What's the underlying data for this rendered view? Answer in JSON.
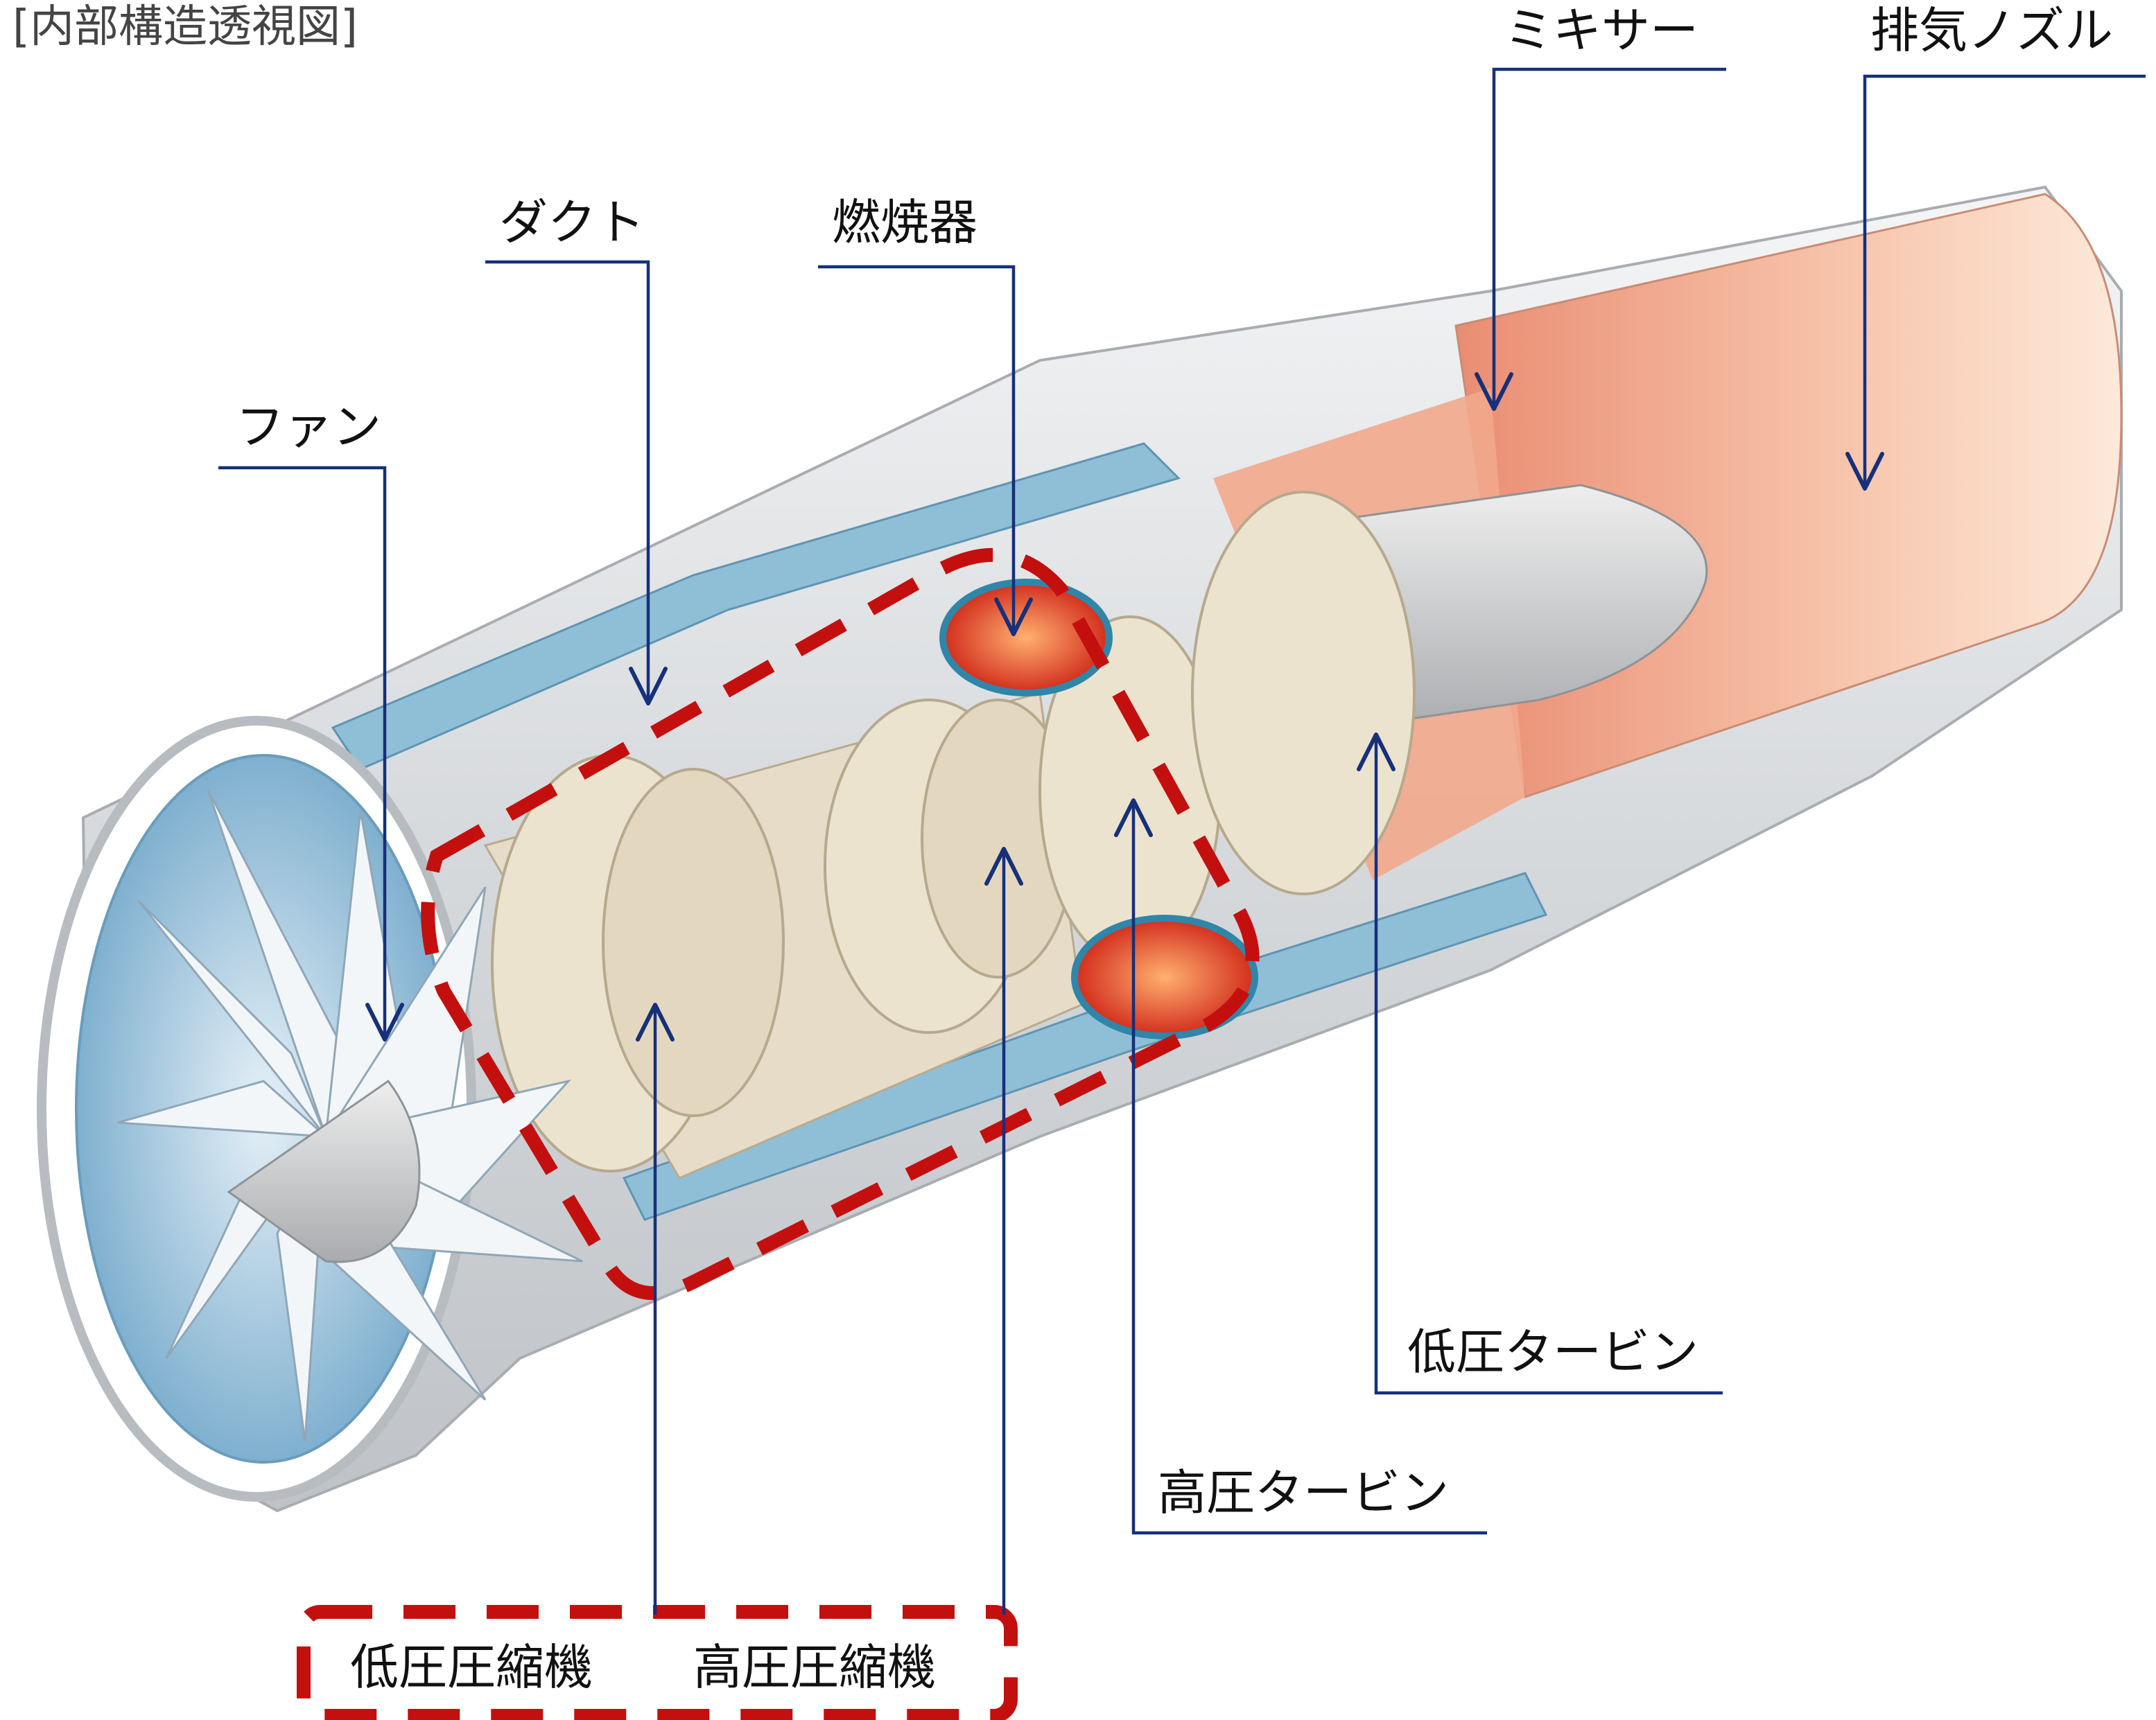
{
  "header": "[内部構造透視図]",
  "labels": {
    "fan": "ファン",
    "duct": "ダクト",
    "combustor": "燃焼器",
    "mixer": "ミキサー",
    "exhaust_nozzle": "排気ノズル",
    "lp_turbine": "低圧タービン",
    "hp_turbine": "高圧タービン",
    "lp_compressor": "低圧圧縮機",
    "hp_compressor": "高圧圧縮機"
  },
  "colors": {
    "leader": "#16307a",
    "highlight_dash": "#c40f0f",
    "casing": "#d9dcde",
    "fan_blue": "#8fb9d3",
    "compressor_beige": "#e6dcc8",
    "combustor_red": "#e0412a",
    "exhaust_pink": "#f2b49a"
  }
}
